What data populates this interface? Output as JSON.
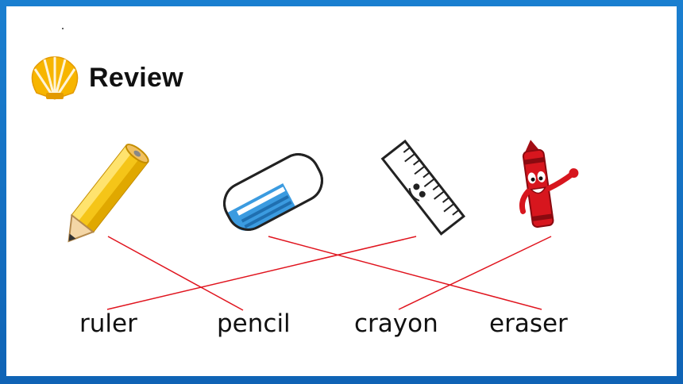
{
  "title": "Review",
  "icons": [
    "shell-icon",
    "pencil-icon",
    "eraser-icon",
    "ruler-icon",
    "crayon-icon"
  ],
  "words": [
    "ruler",
    "pencil",
    "crayon",
    "eraser"
  ],
  "colors": {
    "frame": "#1373c4",
    "line": "#e0141e",
    "shell": "#f7b500",
    "pencil": "#f5c518",
    "eraser": "#3b9be0",
    "crayon": "#d7161e"
  }
}
